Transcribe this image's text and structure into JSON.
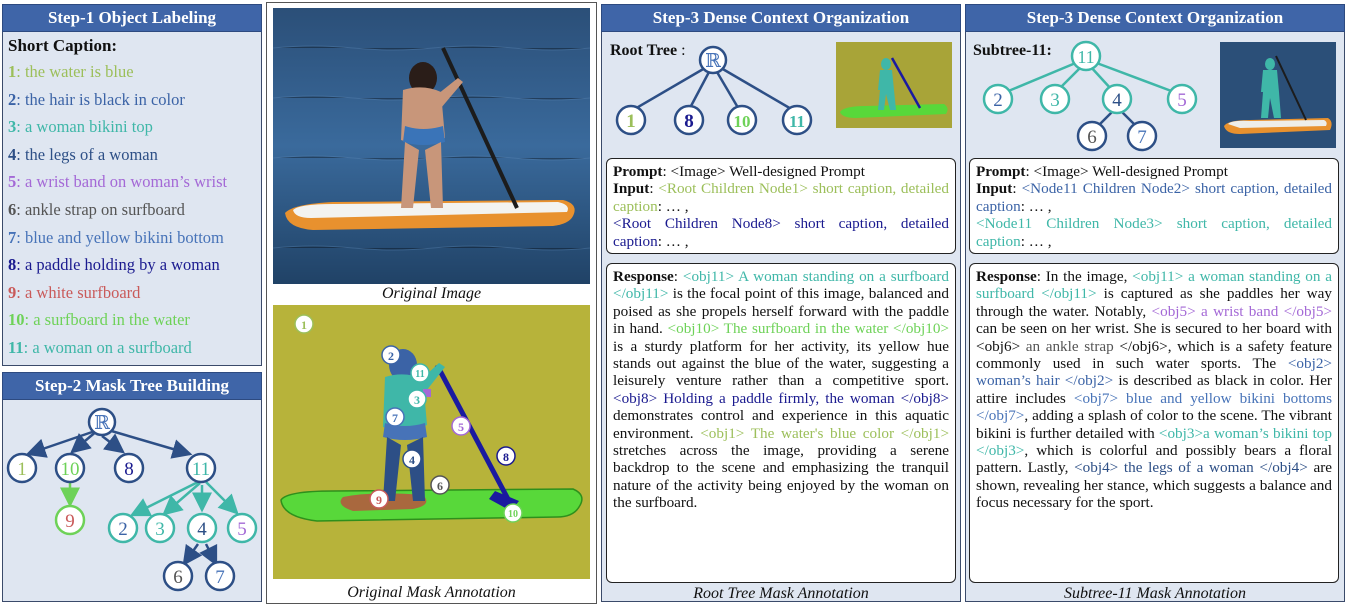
{
  "colors": {
    "header_bg": "#3f65a8",
    "panel_bg": "#dfe6f1",
    "node_1": "#9cbf5a",
    "node_2": "#3b63a6",
    "node_3": "#3fb7a8",
    "node_4": "#2d4f86",
    "node_5": "#a469d6",
    "node_6": "#555555",
    "node_7": "#4773b8",
    "node_8": "#1a1a8f",
    "node_9": "#c95a5a",
    "node_10": "#6ed258",
    "node_11": "#3fb7a8"
  },
  "step1": {
    "title": "Step-1 Object Labeling",
    "caption_title": "Short Caption:",
    "items": [
      {
        "num": "1",
        "sep": ":",
        "text": " the water is blue"
      },
      {
        "num": "2",
        "sep": ":",
        "text": " the hair is black in color"
      },
      {
        "num": "3",
        "sep": ":",
        "text": " a woman bikini top"
      },
      {
        "num": "4",
        "sep": ":",
        "text": " the legs of a woman"
      },
      {
        "num": "5",
        "sep": ":",
        "text": " a wrist band on woman’s wrist"
      },
      {
        "num": "6",
        "sep": ":",
        "text": " ankle strap on surfboard"
      },
      {
        "num": "7",
        "sep": ":",
        "text": " blue and yellow bikini bottom"
      },
      {
        "num": "8",
        "sep": ":",
        "text": " a paddle holding by a woman"
      },
      {
        "num": "9",
        "sep": ":",
        "text": " a white surfboard"
      },
      {
        "num": "10",
        "sep": ":",
        "text": " a surfboard in the water"
      },
      {
        "num": "11",
        "sep": ":",
        "text": " a woman on a surfboard"
      }
    ]
  },
  "step2": {
    "title": "Step-2 Mask Tree Building",
    "root_symbol": "ℝ",
    "nodes": [
      "1",
      "10",
      "8",
      "11",
      "9",
      "2",
      "3",
      "4",
      "5",
      "6",
      "7"
    ]
  },
  "images": {
    "caption_original": "Original Image",
    "caption_mask": "Original Mask Annotation",
    "mask_labels": [
      "1",
      "2",
      "11",
      "3",
      "7",
      "5",
      "4",
      "8",
      "6",
      "9",
      "10"
    ]
  },
  "root_panel": {
    "title": "Step-3 Dense Context Organization",
    "tree_label": "Root Tree",
    "tree_colon": " :",
    "root_symbol": "ℝ",
    "nodes": [
      "1",
      "8",
      "10",
      "11"
    ],
    "prompt_label": "Prompt",
    "prompt_text": ": <Image> Well-designed Prompt",
    "input_label": "Input",
    "input_colon": ":",
    "input_seg1": " <Root Children Node1> short caption, detailed caption",
    "input_rest1": ": … ,",
    "input_seg2": "<Root Children Node8> short caption, detailed caption",
    "input_rest2": ": … ,",
    "response_label": "Response",
    "response_colon": ": ",
    "r1": "<obj11> A woman standing on a surfboard </obj11>",
    "r2": " is the focal point of this image, balanced and poised as she propels herself forward with the paddle in hand. ",
    "r3": "<obj10> The surfboard in the water </obj10>",
    "r4": " is a sturdy platform for her activity, its yellow hue stands out against the blue of the water, suggesting a leisurely venture rather than a competitive sport. ",
    "r5": "<obj8> Holding a paddle firmly, the woman </obj8>",
    "r6": " demonstrates control and experience in this aquatic environment. ",
    "r7": "<obj1> The water's blue color </obj1>",
    "r8": " stretches across the image, providing a serene backdrop to the scene and emphasizing the tranquil nature of the activity being enjoyed by the woman on the surfboard.",
    "caption": "Root Tree Mask Annotation"
  },
  "sub_panel": {
    "title": "Step-3 Dense Context Organization",
    "tree_label": "Subtree-11:",
    "nodes": [
      "11",
      "2",
      "3",
      "4",
      "5",
      "6",
      "7"
    ],
    "prompt_label": "Prompt",
    "prompt_text": ": <Image> Well-designed Prompt",
    "input_label": "Input",
    "input_colon": ":",
    "input_seg1": " <Node11 Children Node2> short caption, detailed caption",
    "input_rest1": ": … ,",
    "input_seg2": "<Node11 Children Node3> short caption, detailed caption",
    "input_rest2": ": … ,",
    "response_label": "Response",
    "response_colon": ": ",
    "s1": "In the image, ",
    "s2": "<obj11> a woman standing on a surfboard </obj11>",
    "s3": " is captured as she paddles her way through the water. Notably, ",
    "s4": "<obj5> a wrist band </obj5>",
    "s5": " can be seen on her wrist. She is secured to her board with ",
    "s6": "<obj6>",
    "s6b": " an ankle strap ",
    "s6c": "</obj6>",
    "s7": ", which is a safety feature commonly used in such water sports. The ",
    "s8": "<obj2> woman’s hair </obj2>",
    "s9": " is described as black in color. Her attire includes ",
    "s10": "<obj7> blue and yellow bikini bottoms </obj7>",
    "s11": ", adding a splash of color to the scene. The vibrant bikini is further detailed with ",
    "s12": "<obj3>a woman’s bikini top </obj3>",
    "s13": ", which is colorful and possibly bears a floral pattern. Lastly, ",
    "s14": "<obj4> the legs of a woman </obj4>",
    "s15": " are shown, revealing her stance, which suggests a balance and focus necessary for the sport.",
    "caption": "Subtree-11 Mask Annotation"
  }
}
